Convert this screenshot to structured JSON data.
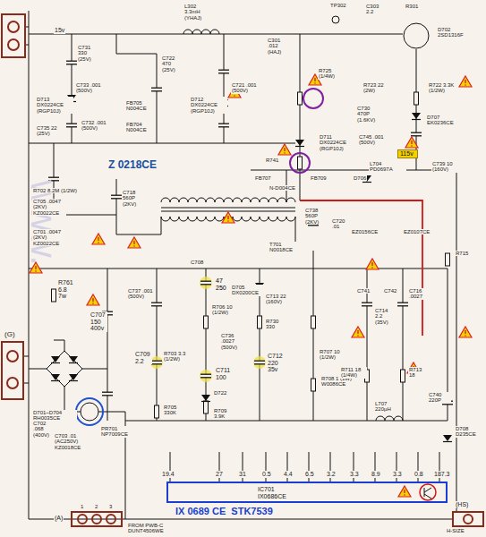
{
  "diagram": {
    "nodes": [
      {
        "text": [
          "IC701 IX0686CE",
          "IX 0689 CE  STK7539"
        ]
      },
      {
        "text": [
          "115v"
        ]
      }
    ],
    "labels": [
      "15v",
      "L302 3.3mH (YHAJ)",
      "C731 330 (25V)",
      "C722 470 (25V)",
      "C733 .001 (500V)",
      "C721 .001 (500V)",
      "D713 DX0224CE (RGP10J)",
      "FB705 N004CE",
      "D712 DX0224CE (RGP10J)",
      "FB704 N004CE",
      "C732 .001 (500V)",
      "C735 22 (25V)",
      "TP302",
      "C301 .012 (HAJ)",
      "C303 2.2",
      "R301",
      "D702 2SD1316F",
      "R725 (1/4W)",
      "R723 22 (2W)",
      "R722 3.3K (1/2W)",
      "C730 470P (1.6KV)",
      "D707 EK0236CE",
      "R741",
      "D711 DX0224CE (RGP10J)",
      "C745 .001 (500V)",
      "FB707",
      "D706",
      "FB709",
      "N-D004CE",
      "L704 PD0697A",
      "C739 10 (160V)",
      "Z 0218CE",
      "R702 8.2M (1/2W)",
      "C705 .0047 (2KV) KZ0022CE",
      "C701 .0047 (2KV) KZ0022CE",
      "C718 560P (2KV)",
      "C738 560P (2KV)",
      "C720 .01",
      "EZ0156CE",
      "EZ0107CE",
      "T701 N0018CE",
      "C708",
      "47 250",
      "D705 DX0200CE",
      "R761 6.8 7w",
      "C707 150 400v",
      "C737 .001 (500V)",
      "C713 22 (160V)",
      "R706 10 (1/2W)",
      "R730 330",
      "C736 .0027 (500V)",
      "C709 2.2",
      "R703 3.3 (1/2W)",
      "C711 100",
      "C712 220 35v",
      "R707 10 (1/2W)",
      "D701~D704 RH0035CE",
      "C703 .01 (AC250V) KZ0018CE",
      "C702 .068 (400V)",
      "PR701 NP7009CE",
      "R705 330K",
      "R709 3.9K",
      "D722",
      "R708 1 (1W) W0086CE",
      "C714 2.2 (35V)",
      "C741",
      "C742",
      "C716 .0027",
      "R711 18 (1/4W)",
      "R713 18",
      "L707 220µH",
      "C740 220P",
      "D708 D235CE",
      "R715",
      "19.4",
      "27",
      "31",
      "0.5",
      "4.4",
      "6.5",
      "3.2",
      "3.3",
      "8.9",
      "3.3",
      "0.8",
      "187.3",
      "(A)",
      "1",
      "2",
      "3",
      "FROM PWB-C DUNT4506WE",
      "(G)",
      "(HS)",
      "H-SIZE",
      "www."
    ]
  }
}
